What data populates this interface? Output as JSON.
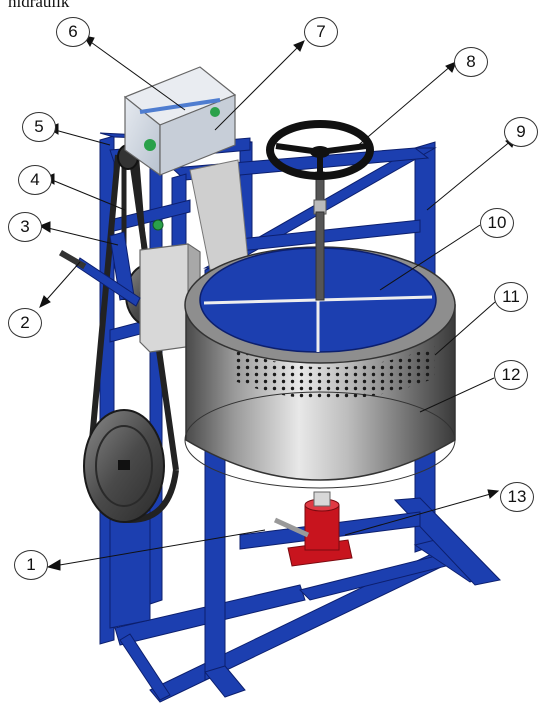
{
  "header": {
    "caption": "hidraulik"
  },
  "callouts": [
    "1",
    "2",
    "3",
    "4",
    "5",
    "6",
    "7",
    "8",
    "9",
    "10",
    "11",
    "12",
    "13"
  ],
  "colors": {
    "frame_blue": "#1c3fb0",
    "frame_dark": "#0c1f6e",
    "drum_steel": "#9a9a9a",
    "jack_red": "#c8141e",
    "belt_dark": "#2a2a2a",
    "pulley_gray": "#555555",
    "bearing_green": "#2aa14a"
  }
}
